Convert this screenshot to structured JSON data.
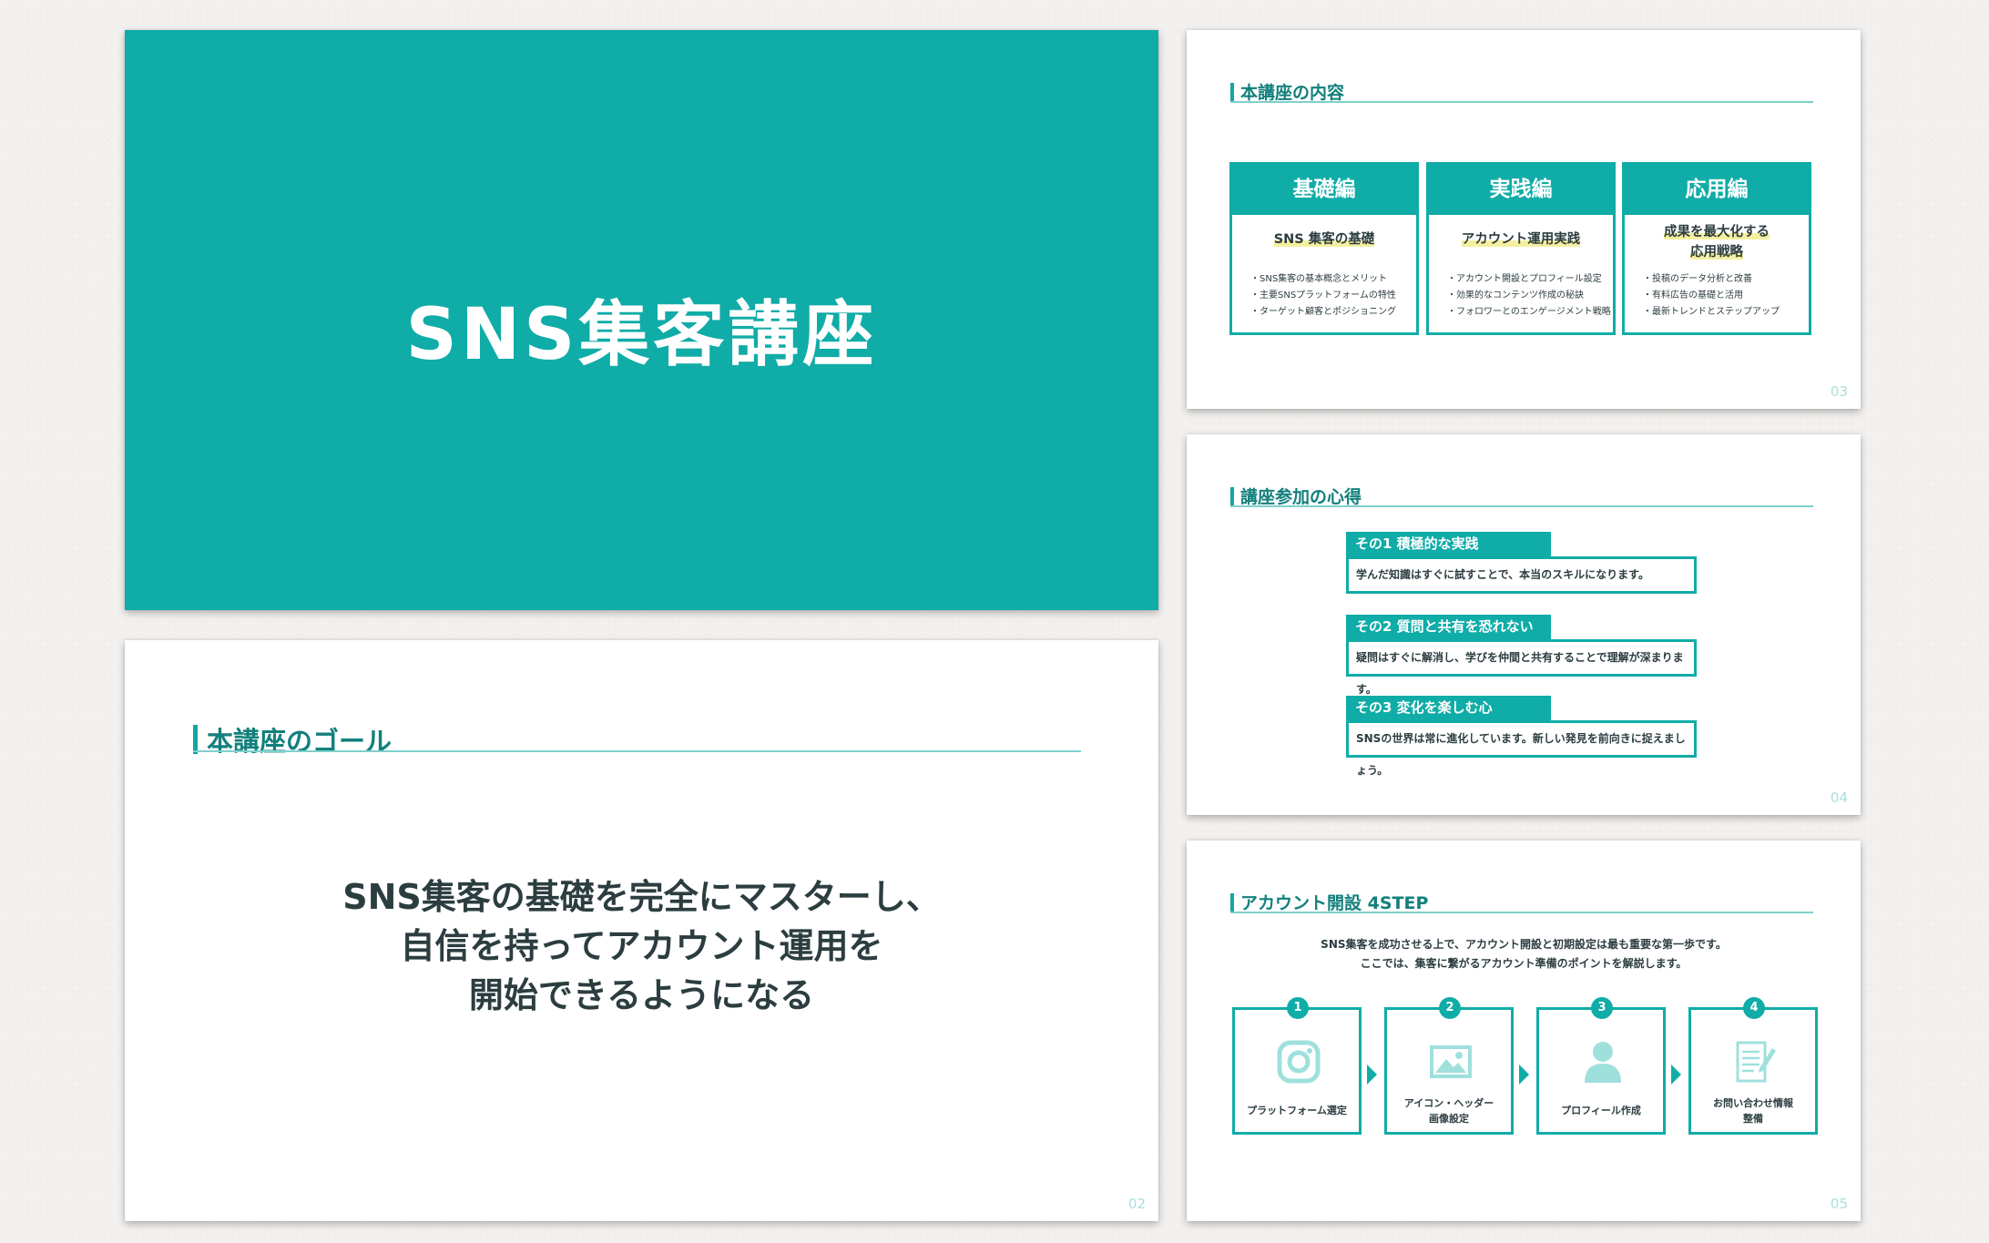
{
  "slide_title": {
    "title": "SNS集客講座"
  },
  "slide_goal": {
    "heading": "本講座のゴール",
    "lines": [
      "SNS集客の基礎を完全にマスターし、",
      "自信を持ってアカウント運用を",
      "開始できるようになる"
    ],
    "page": "02"
  },
  "slide_content": {
    "heading": "本講座の内容",
    "cards": [
      {
        "title": "基礎編",
        "subtitle_lines": [
          "SNS 集客の基礎"
        ],
        "items": [
          "SNS集客の基本概念とメリット",
          "主要SNSプラットフォームの特性",
          "ターゲット顧客とポジショニング"
        ]
      },
      {
        "title": "実践編",
        "subtitle_lines": [
          "アカウント運用実践"
        ],
        "items": [
          "アカウント開設とプロフィール設定",
          "効果的なコンテンツ作成の秘訣",
          "フォロワーとのエンゲージメント戦略"
        ]
      },
      {
        "title": "応用編",
        "subtitle_lines": [
          "成果を最大化する",
          "応用戦略"
        ],
        "items": [
          "投稿のデータ分析と改善",
          "有料広告の基礎と活用",
          "最新トレンドとステップアップ"
        ]
      }
    ],
    "page": "03"
  },
  "slide_mind": {
    "heading": "講座参加の心得",
    "tips": [
      {
        "label": "その1  積極的な実践",
        "body": "学んだ知識はすぐに試すことで、本当のスキルになります。"
      },
      {
        "label": "その2  質問と共有を恐れない",
        "body": "疑問はすぐに解消し、学びを仲間と共有することで理解が深まります。"
      },
      {
        "label": "その3  変化を楽しむ心",
        "body": "SNSの世界は常に進化しています。新しい発見を前向きに捉えましょう。"
      }
    ],
    "page": "04"
  },
  "slide_steps": {
    "heading": "アカウント開設 4STEP",
    "intro_lines": [
      "SNS集客を成功させる上で、アカウント開設と初期設定は最も重要な第一歩です。",
      "ここでは、集客に繋がるアカウント準備のポイントを解説します。"
    ],
    "steps": [
      {
        "num": "1",
        "icon": "instagram-icon",
        "label_lines": [
          "プラットフォーム選定"
        ]
      },
      {
        "num": "2",
        "icon": "image-icon",
        "label_lines": [
          "アイコン・ヘッダー",
          "画像設定"
        ]
      },
      {
        "num": "3",
        "icon": "person-icon",
        "label_lines": [
          "プロフィール作成"
        ]
      },
      {
        "num": "4",
        "icon": "document-edit-icon",
        "label_lines": [
          "お問い合わせ情報",
          "整備"
        ]
      }
    ],
    "page": "05"
  },
  "colors": {
    "accent": "#10aca7",
    "accent_dark": "#12807c",
    "accent_light": "#a9dfdb",
    "highlight": "#f5f0a0"
  }
}
